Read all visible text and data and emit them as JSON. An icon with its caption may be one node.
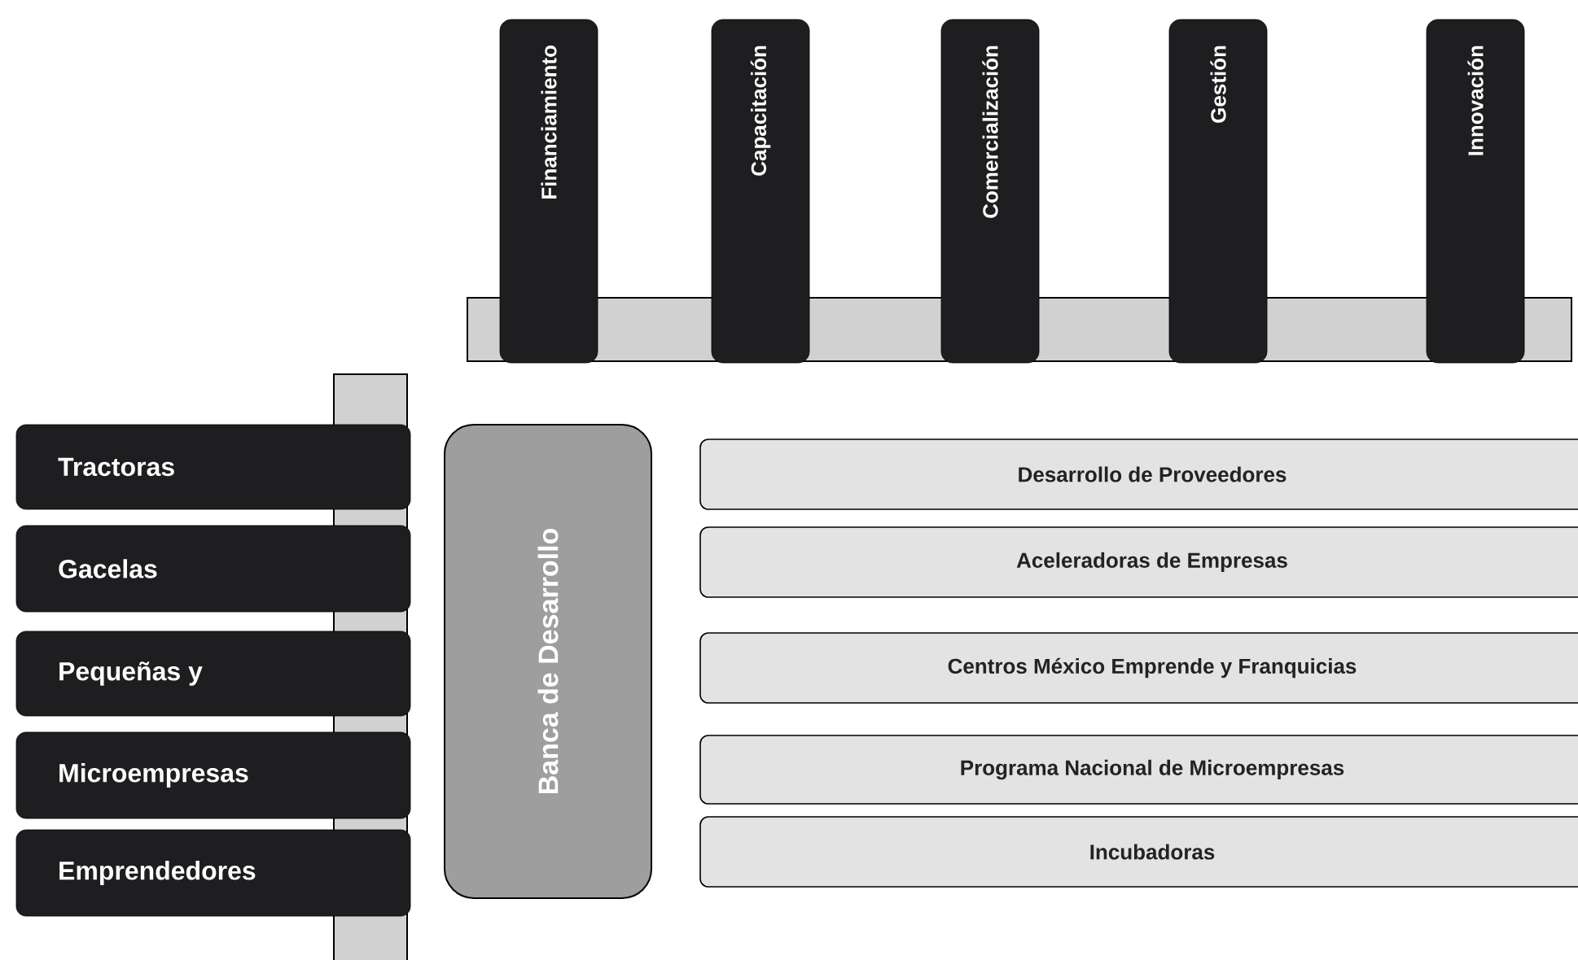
{
  "diagram": {
    "nodes": [
      {
        "text": [
          "Financiamiento"
        ]
      },
      {
        "text": [
          "Capacitación"
        ]
      },
      {
        "text": [
          "Comercialización"
        ]
      },
      {
        "text": [
          "Gestión"
        ]
      },
      {
        "text": [
          "Innovación"
        ]
      },
      {
        "text": [
          "Tractoras"
        ]
      },
      {
        "text": [
          "Gacelas"
        ]
      },
      {
        "text": [
          "Pequeñas y"
        ]
      },
      {
        "text": [
          "Microempresas"
        ]
      },
      {
        "text": [
          "Emprendedores"
        ]
      },
      {
        "text": [
          "Banca de Desarrollo"
        ]
      },
      {
        "text": [
          "Desarrollo de Proveedores"
        ]
      },
      {
        "text": [
          "Aceleradoras de Empresas"
        ]
      },
      {
        "text": [
          "Centros México Emprende y Franquicias"
        ]
      },
      {
        "text": [
          "Programa Nacional de Microempresas"
        ]
      },
      {
        "text": [
          "Incubadoras"
        ]
      },
      {
        "text": [],
        "shape": "bar"
      },
      {
        "text": [],
        "shape": "bar"
      }
    ]
  }
}
